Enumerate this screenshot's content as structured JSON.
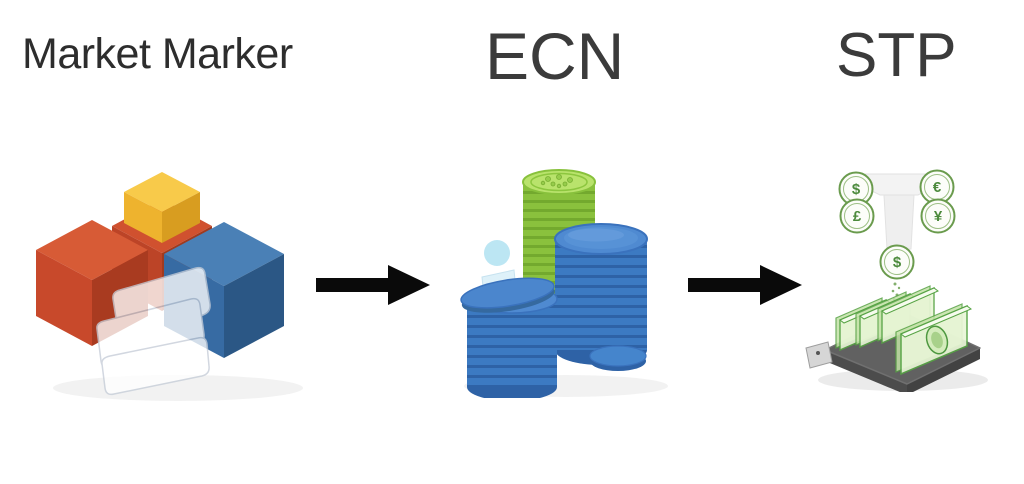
{
  "page": {
    "background": "#ffffff",
    "description": "Broker order-flow diagram: Market Marker -> ECN -> STP"
  },
  "sections": [
    {
      "id": "market-maker",
      "label": "Market Marker",
      "illustration": "colored building blocks with translucent sheets"
    },
    {
      "id": "ecn",
      "label": "ECN",
      "illustration": "stacks of green and blue coins with glass info marker"
    },
    {
      "id": "stp",
      "label": "STP",
      "illustration": "currency coins funneled into cash notes on a tray"
    }
  ],
  "arrows": [
    {
      "id": "arrow-1",
      "from": "market-maker",
      "to": "ecn",
      "direction": "right"
    },
    {
      "id": "arrow-2",
      "from": "ecn",
      "to": "stp",
      "direction": "right"
    }
  ],
  "stp_coin_symbols": [
    "$",
    "€",
    "£",
    "¥",
    "$"
  ],
  "colors": {
    "label_text_primary": "#2d2d2d",
    "label_text_secondary": "#3b3b3b",
    "arrow": "#0a0a0a",
    "cube_red": "#c8492b",
    "cube_yellow": "#f0b42e",
    "cube_blue": "#35689e",
    "coin_green": "#86c03c",
    "coin_blue": "#3c7ac2",
    "cash_green": "#56a344",
    "tray_gray": "#5c5c5c"
  }
}
